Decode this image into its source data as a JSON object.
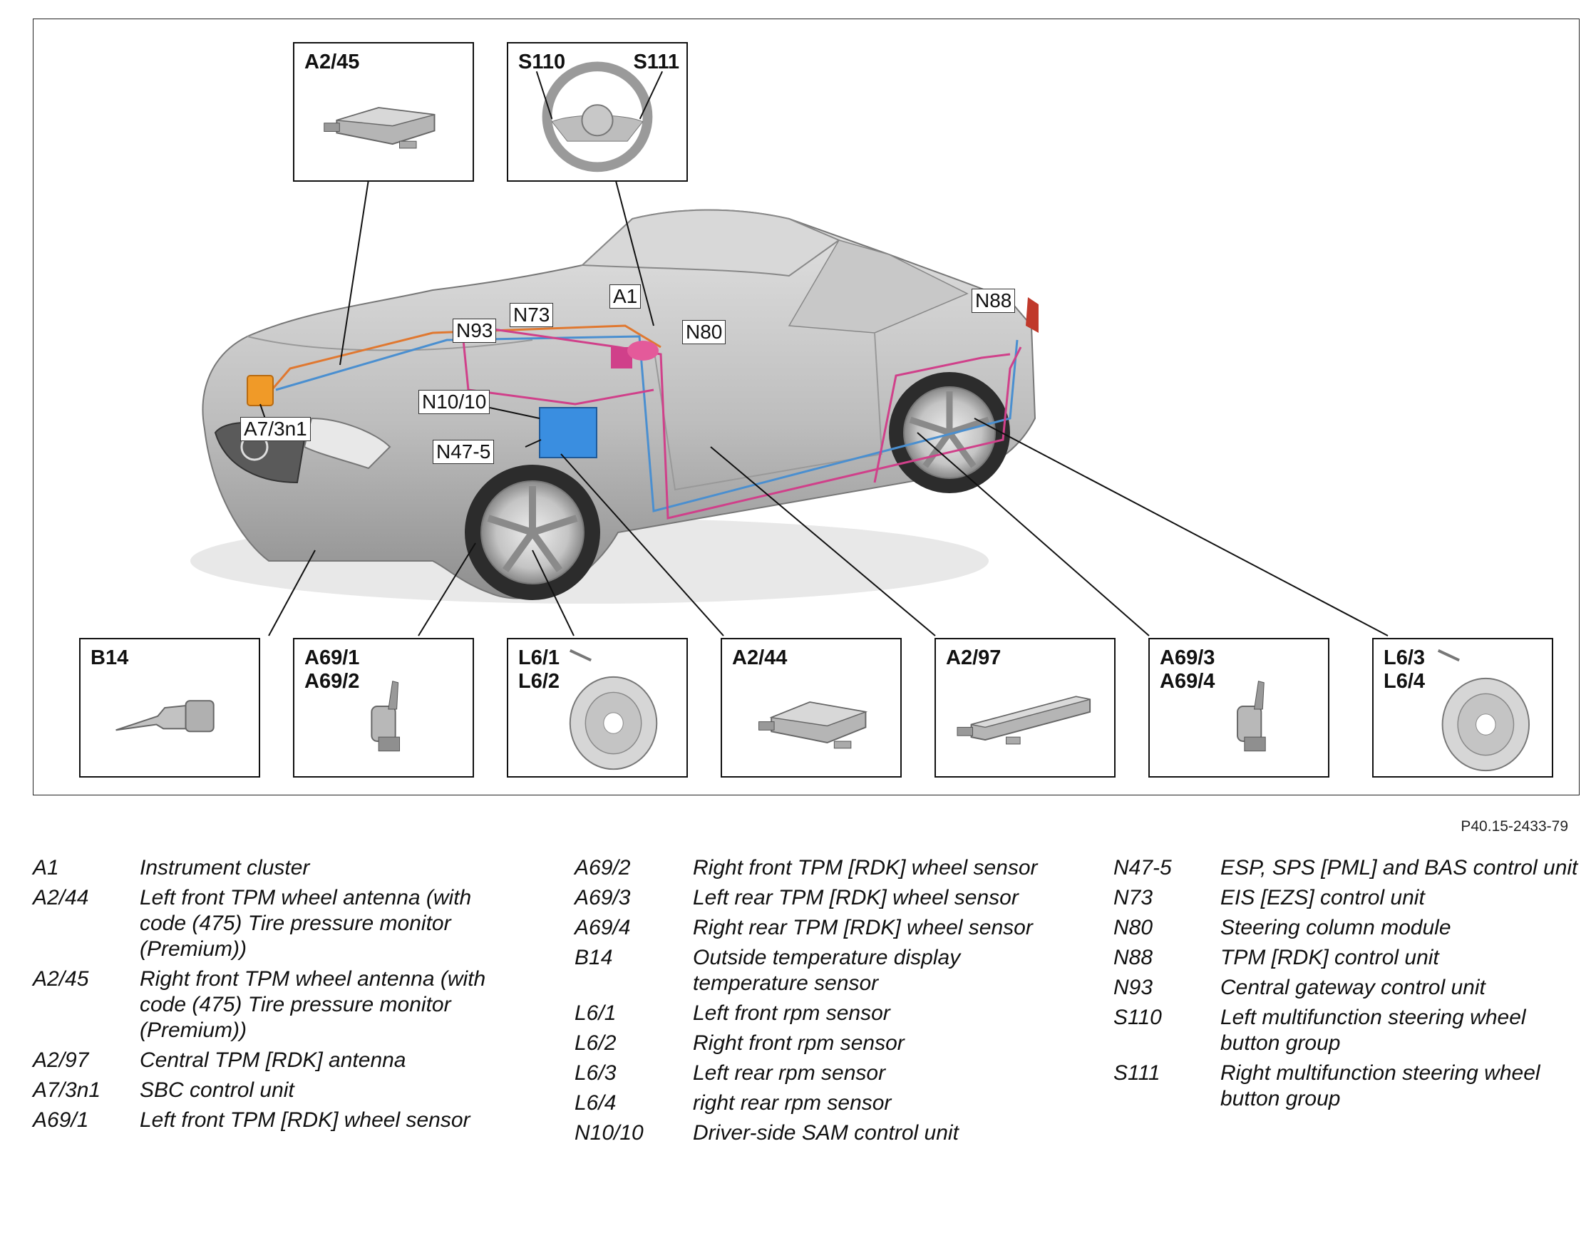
{
  "diagram": {
    "boxes": {
      "a2_45": "A2/45",
      "s110": "S110",
      "s111": "S111",
      "b14": "B14",
      "a69_12": "A69/1\nA69/2",
      "l6_12": "L6/1\nL6/2",
      "a2_44": "A2/44",
      "a2_97": "A2/97",
      "a69_34": "A69/3\nA69/4",
      "l6_34": "L6/3\nL6/4"
    },
    "car_labels": {
      "a1": "A1",
      "n73": "N73",
      "n93": "N93",
      "n80": "N80",
      "n88": "N88",
      "n10_10": "N10/10",
      "a7_3n1": "A7/3n1",
      "n47_5": "N47-5"
    },
    "colors": {
      "car_body": "#bdbdbd",
      "wire_orange": "#e07830",
      "wire_blue": "#4a8fd0",
      "wire_magenta": "#d0408a",
      "module_blue": "#3a8ee0",
      "sbc_orange": "#f09a28"
    }
  },
  "figure_ref": "P40.15-2433-79",
  "legend": {
    "col1": [
      {
        "code": "A1",
        "desc": "Instrument cluster"
      },
      {
        "code": "A2/44",
        "desc": "Left front TPM wheel antenna (with code (475) Tire pressure monitor (Premium))"
      },
      {
        "code": "A2/45",
        "desc": "Right front TPM wheel antenna (with code (475) Tire pressure monitor (Premium))"
      },
      {
        "code": "A2/97",
        "desc": "Central TPM [RDK] antenna"
      },
      {
        "code": "A7/3n1",
        "desc": "SBC control unit"
      },
      {
        "code": "A69/1",
        "desc": "Left front TPM [RDK] wheel sensor"
      }
    ],
    "col2": [
      {
        "code": "A69/2",
        "desc": "Right front TPM [RDK] wheel sensor"
      },
      {
        "code": "A69/3",
        "desc": "Left rear TPM [RDK] wheel sensor"
      },
      {
        "code": "A69/4",
        "desc": "Right rear TPM [RDK] wheel sensor"
      },
      {
        "code": "B14",
        "desc": "Outside temperature display temperature sensor"
      },
      {
        "code": "L6/1",
        "desc": "Left front rpm sensor"
      },
      {
        "code": "L6/2",
        "desc": "Right front rpm sensor"
      },
      {
        "code": "L6/3",
        "desc": "Left rear rpm sensor"
      },
      {
        "code": "L6/4",
        "desc": "right rear rpm sensor"
      },
      {
        "code": "N10/10",
        "desc": "Driver-side SAM control unit"
      }
    ],
    "col3": [
      {
        "code": "N47-5",
        "desc": "ESP, SPS [PML] and BAS control unit"
      },
      {
        "code": "N73",
        "desc": "EIS [EZS] control unit"
      },
      {
        "code": "N80",
        "desc": "Steering column module"
      },
      {
        "code": "N88",
        "desc": "TPM [RDK] control unit"
      },
      {
        "code": "N93",
        "desc": "Central gateway control unit"
      },
      {
        "code": "S110",
        "desc": "Left multifunction steering wheel button group"
      },
      {
        "code": "S111",
        "desc": "Right multifunction steering wheel button group"
      }
    ]
  }
}
